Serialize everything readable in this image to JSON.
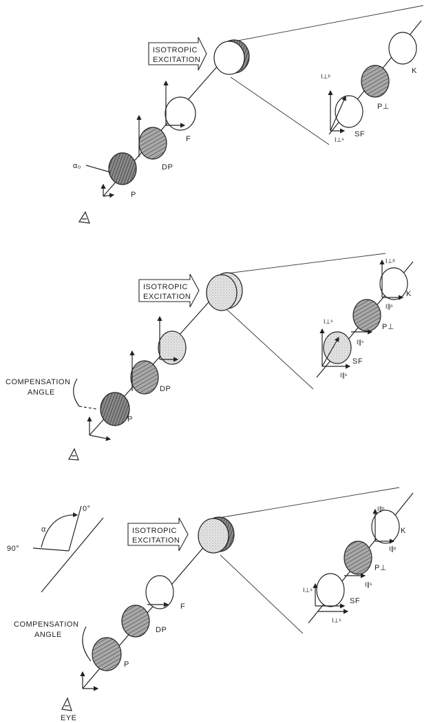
{
  "panels": [
    {
      "excitation": [
        "ISOTROPIC",
        "EXCITATION"
      ],
      "alpha_label": "α₀",
      "compensation": null,
      "eye_label": null,
      "disk_labels": [
        "P",
        "DP",
        "F"
      ],
      "inset_labels": [
        "K",
        "P⊥",
        "SF",
        "I⊥ˢ",
        "I⊥ᵖ"
      ]
    },
    {
      "excitation": [
        "ISOTROPIC",
        "EXCITATION"
      ],
      "alpha_label": null,
      "compensation": [
        "COMPENSATION",
        "ANGLE"
      ],
      "eye_label": null,
      "disk_labels": [
        "P",
        "DP"
      ],
      "inset_labels": [
        "K",
        "P⊥",
        "SF",
        "I⊥ᵖ",
        "I∥ᵖ",
        "I∥ˢ",
        "I⊥ˢ",
        "I∥ˢ"
      ]
    },
    {
      "excitation": [
        "ISOTROPIC",
        "EXCITATION"
      ],
      "alpha_label": null,
      "compensation": [
        "COMPENSATION",
        "ANGLE"
      ],
      "eye_label": "EYE",
      "disk_labels": [
        "P",
        "DP",
        "F"
      ],
      "inset_labels": [
        "K",
        "P⊥",
        "SF",
        "I∥ᵖ",
        "I∥ᵖ",
        "I∥ˢ",
        "I⊥ˢ",
        "I⊥ˢ"
      ]
    }
  ],
  "angle_inset": {
    "alpha": "α",
    "zero": "0°",
    "ninety": "90°"
  }
}
